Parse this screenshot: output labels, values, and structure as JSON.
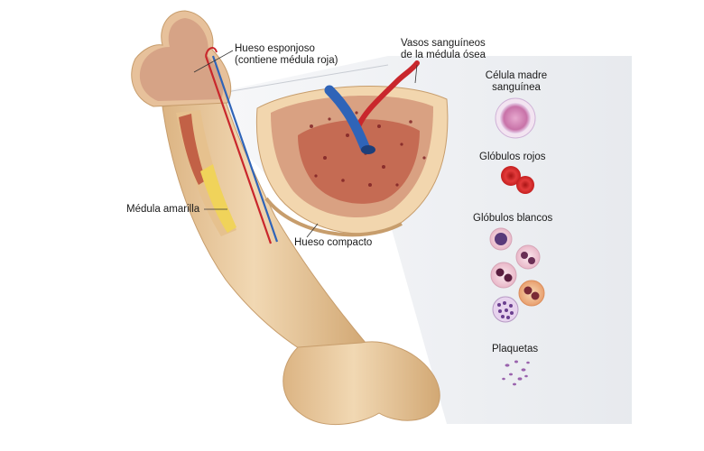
{
  "labels": {
    "spongy_bone": [
      "Hueso esponjoso",
      "(contiene médula roja)"
    ],
    "blood_vessels": [
      "Vasos sanguíneos",
      "de la médula ósea"
    ],
    "stem_cell": [
      "Célula madre",
      "sanguínea"
    ],
    "red_cells": "Glóbulos rojos",
    "yellow_marrow": "Médula amarilla",
    "white_cells": "Glóbulos blancos",
    "compact_bone": "Hueso compacto",
    "platelets": "Plaquetas"
  },
  "colors": {
    "bone": "#e9caa0",
    "bone_shadow": "#d2a874",
    "spongy": "#c98a74",
    "red_marrow": "#b5402e",
    "yellow_marrow": "#f0d35a",
    "artery": "#c9272c",
    "vein": "#2f64b8",
    "stem_cell": "#cf7fb0",
    "red_cell": "#d82b2b",
    "platelet": "#9a63ad",
    "panel": "#eceef2"
  }
}
